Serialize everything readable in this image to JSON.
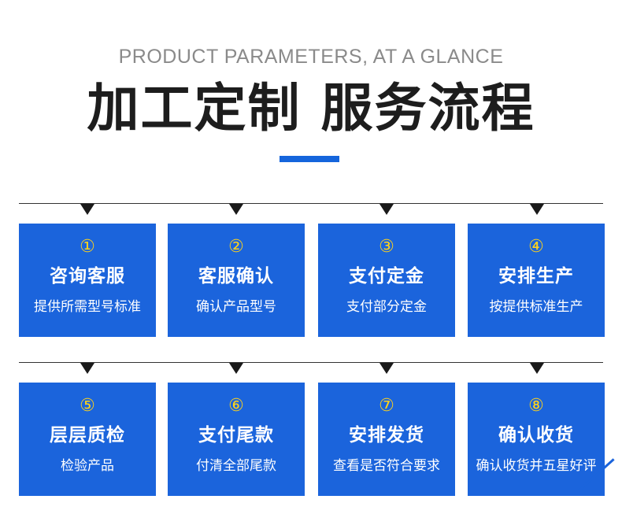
{
  "header": {
    "subtitle": "PRODUCT PARAMETERS, AT A GLANCE",
    "title": "加工定制 服务流程"
  },
  "colors": {
    "card_bg": "#1b64dc",
    "number": "#ffd21a",
    "accent_bar": "#1565dc"
  },
  "steps": [
    {
      "num": "①",
      "title": "咨询客服",
      "desc": "提供所需型号标准"
    },
    {
      "num": "②",
      "title": "客服确认",
      "desc": "确认产品型号"
    },
    {
      "num": "③",
      "title": "支付定金",
      "desc": "支付部分定金"
    },
    {
      "num": "④",
      "title": "安排生产",
      "desc": "按提供标准生产"
    },
    {
      "num": "⑤",
      "title": "层层质检",
      "desc": "检验产品"
    },
    {
      "num": "⑥",
      "title": "支付尾款",
      "desc": "付清全部尾款"
    },
    {
      "num": "⑦",
      "title": "安排发货",
      "desc": "查看是否符合要求"
    },
    {
      "num": "⑧",
      "title": "确认收货",
      "desc": "确认收货并五星好评"
    }
  ]
}
